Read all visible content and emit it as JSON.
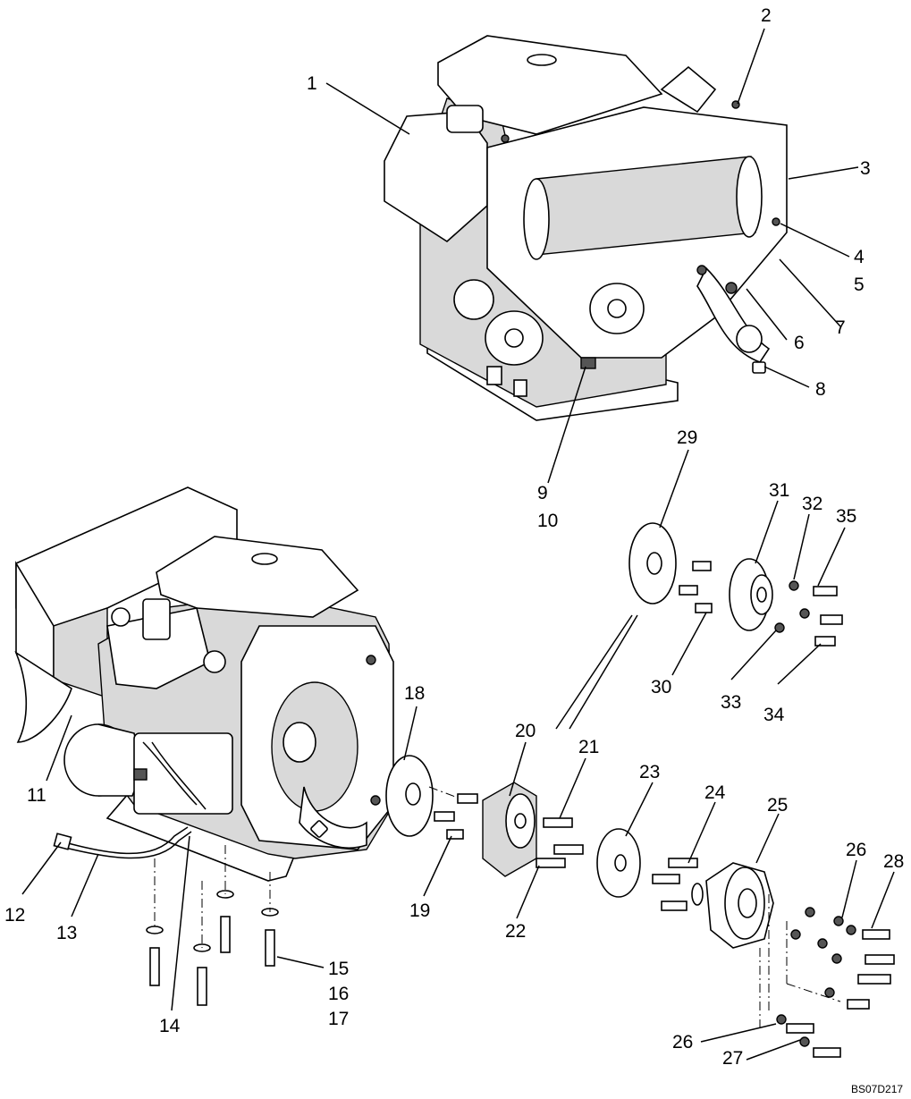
{
  "diagram": {
    "reference_code": "BS07D217",
    "callouts": [
      "1",
      "2",
      "3",
      "4",
      "5",
      "6",
      "7",
      "8",
      "9",
      "10",
      "11",
      "12",
      "13",
      "14",
      "15",
      "16",
      "17",
      "18",
      "19",
      "20",
      "21",
      "22",
      "23",
      "24",
      "25",
      "26",
      "27",
      "28",
      "29",
      "30",
      "31",
      "32",
      "33",
      "34",
      "35",
      "26"
    ]
  }
}
